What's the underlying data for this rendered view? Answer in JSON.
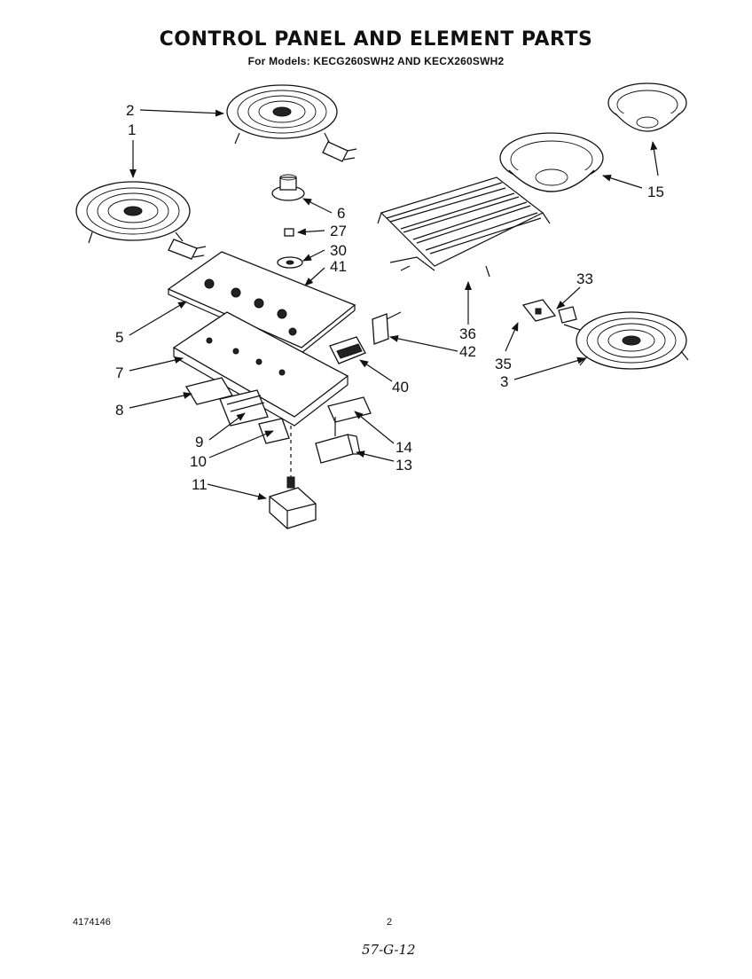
{
  "header": {
    "title": "CONTROL PANEL AND ELEMENT PARTS",
    "subtitle": "For Models: KECG260SWH2 AND KECX260SWH2"
  },
  "callouts": {
    "c1": "1",
    "c2": "2",
    "c3": "3",
    "c5": "5",
    "c6": "6",
    "c7": "7",
    "c8": "8",
    "c9": "9",
    "c10": "10",
    "c11": "11",
    "c13": "13",
    "c14": "14",
    "c15": "15",
    "c27": "27",
    "c30": "30",
    "c33": "33",
    "c35": "35",
    "c36": "36",
    "c40": "40",
    "c41": "41",
    "c42": "42"
  },
  "footer": {
    "part_number": "4174146",
    "page": "2",
    "handwritten": "57-G-12"
  }
}
